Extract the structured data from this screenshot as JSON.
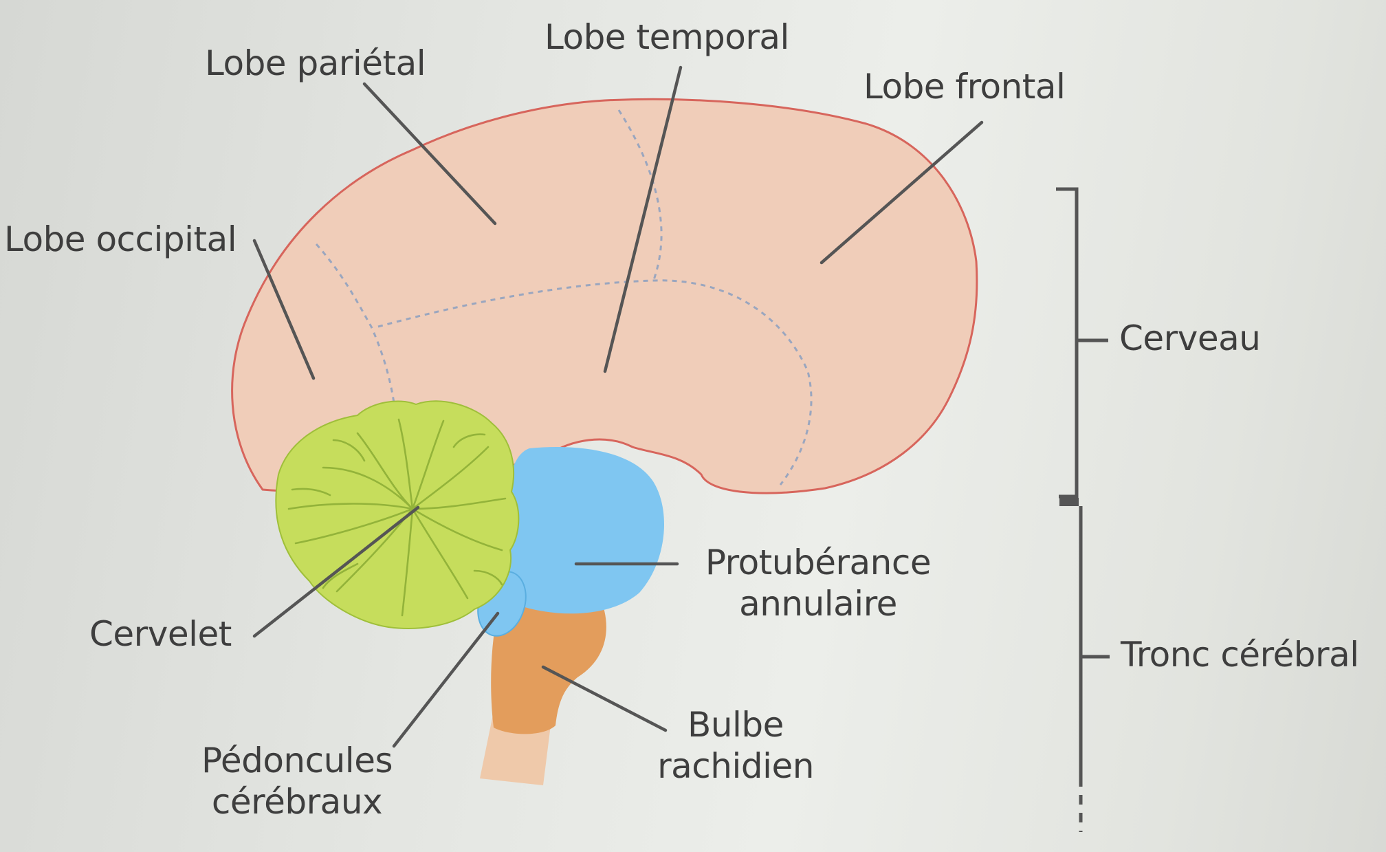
{
  "labels": {
    "lobe_parietal": "Lobe pariétal",
    "lobe_temporal": "Lobe temporal",
    "lobe_frontal": "Lobe frontal",
    "lobe_occipital": "Lobe occipital",
    "cerveau": "Cerveau",
    "protuberance_line1": "Protubérance",
    "protuberance_line2": "annulaire",
    "tronc_cerebral": "Tronc cérébral",
    "cervelet": "Cervelet",
    "bulbe_line1": "Bulbe",
    "bulbe_line2": "rachidien",
    "pedoncules_line1": "Pédoncules",
    "pedoncules_line2": "cérébraux"
  },
  "colors": {
    "cerebrum_fill": "#f0cdb9",
    "cerebrum_outline": "#d7655c",
    "cerebellum_fill": "#c6dd5c",
    "pons_fill": "#7fc6f1",
    "medulla_fill": "#e39d5c",
    "spinal_cord_fill": "#efc9aa",
    "leader_lines": "#555555",
    "lobe_boundaries": "#9aa6bf"
  }
}
